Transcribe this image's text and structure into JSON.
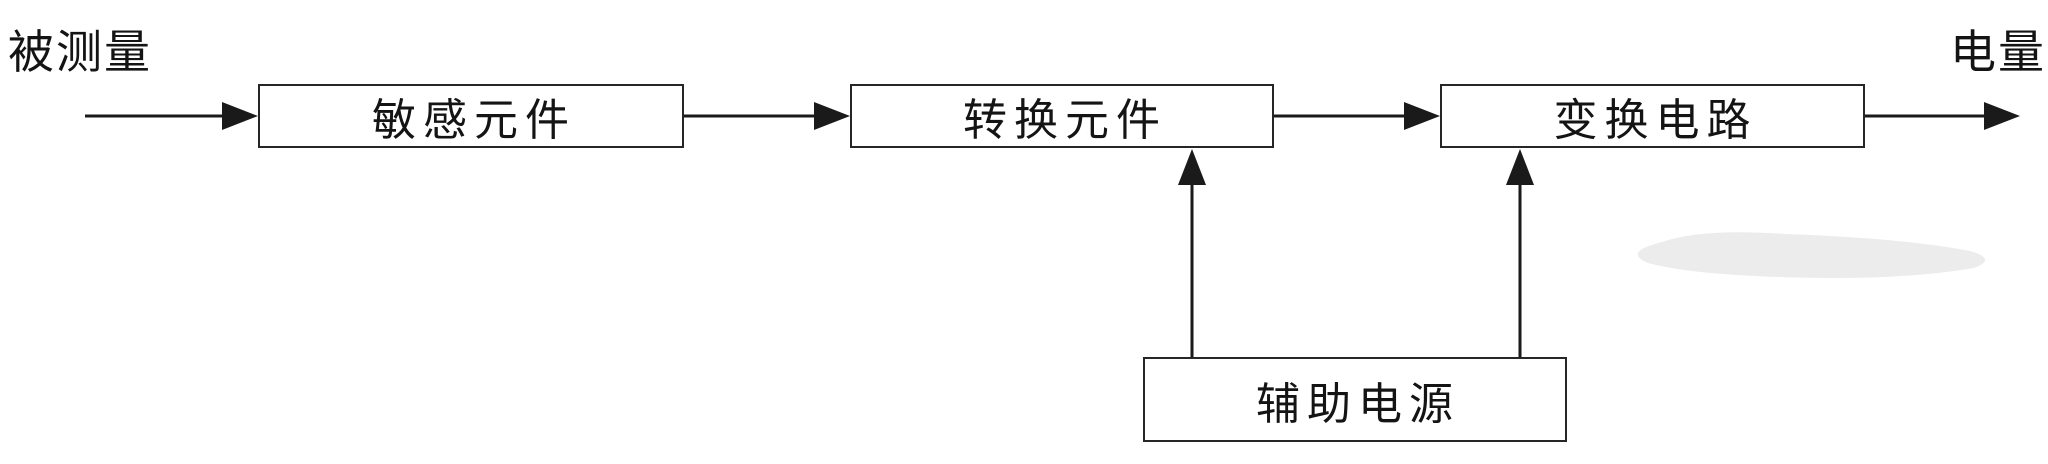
{
  "diagram": {
    "input_label": "被测量",
    "output_label": "电量",
    "blocks": {
      "sensitive_element": "敏感元件",
      "transduction_element": "转换元件",
      "conversion_circuit": "变换电路",
      "auxiliary_power": "辅助电源"
    }
  }
}
